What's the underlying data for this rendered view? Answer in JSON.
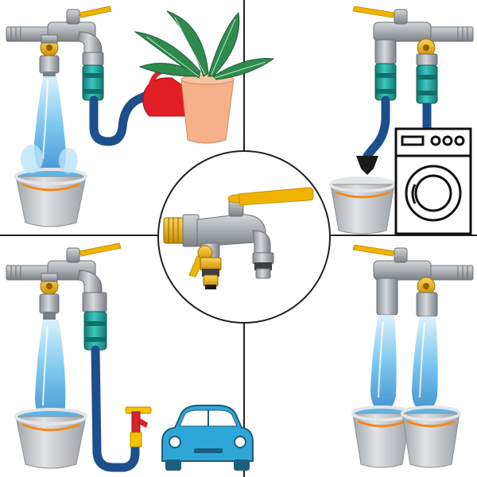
{
  "colors": {
    "background": "#ffffff",
    "divider": "#222222",
    "tap_body": "#a9adb1",
    "tap_dark": "#7b8085",
    "tap_light": "#d3d6d9",
    "handle": "#f0b400",
    "handle_dark": "#c98e00",
    "valve_brass": "#e0a400",
    "connector_teal": "#1fa7a0",
    "connector_dark": "#137a74",
    "hose_blue": "#1c4f8c",
    "hose_dark": "#153b6a",
    "water_light": "#bfe3f7",
    "water_mid": "#5fb4e6",
    "water_dark": "#2f86c9",
    "bucket": "#c9cccf",
    "bucket_dark": "#9ea2a6",
    "bucket_rim": "#e3e5e7",
    "bucket_handle": "#f08a1c",
    "can_red": "#e01e24",
    "pot_peach": "#f6b08a",
    "leaf_green": "#2f8a4e",
    "leaf_light": "#5bb070",
    "washer_line": "#111111",
    "car_blue": "#2fa6d8",
    "car_dark": "#1b5e7d",
    "spray_red": "#d6262b",
    "spray_yellow": "#f5c400",
    "nipple_dark": "#1a1a1a"
  },
  "scenes": [
    {
      "id": "bucket-and-plant",
      "position": "top-left",
      "icon": "watering-can-plant"
    },
    {
      "id": "bucket-and-washer",
      "position": "top-right",
      "icon": "washing-machine"
    },
    {
      "id": "bucket-and-car",
      "position": "bottom-left",
      "icon": "car-wash"
    },
    {
      "id": "two-buckets",
      "position": "bottom-right",
      "icon": "double-bucket"
    }
  ],
  "center": {
    "icon": "dual-outlet-garden-tap"
  }
}
